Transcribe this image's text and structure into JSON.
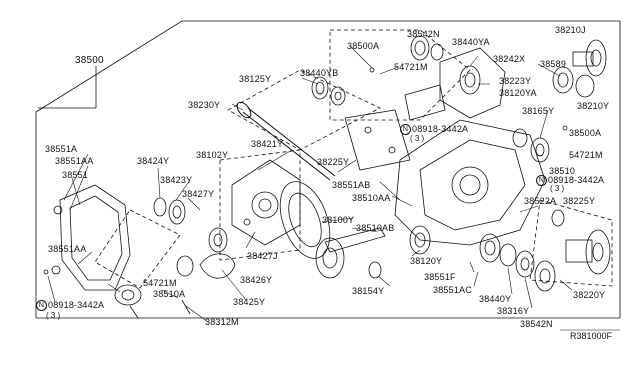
{
  "colors": {
    "ink": "#111111",
    "background": "#ffffff"
  },
  "callouts": {
    "c38500": "38500",
    "c38500A_top": "38500A",
    "c38542N_top": "38542N",
    "c38440YA": "38440YA",
    "c38210J": "38210J",
    "c54721M_top": "54721M",
    "c38242X": "38242X",
    "c38589": "38589",
    "c38125Y": "38125Y",
    "c38440YB": "38440YB",
    "c38223Y": "38223Y",
    "c38120YA": "38120YA",
    "c38210Y": "38210Y",
    "c38230Y": "38230Y",
    "c38165Y": "38165Y",
    "c08918_mid": "08918-3442A",
    "c38500A_right": "38500A",
    "c3_mid": "( 3 )",
    "c38421Y": "38421Y",
    "c38424Y": "38424Y",
    "c38102Y": "38102Y",
    "c38225Y_mid": "38225Y",
    "c54721M_right": "54721M",
    "c38551A": "38551A",
    "c38551AA_top": "38551AA",
    "c38551": "38551",
    "c38423Y": "38423Y",
    "c38427Y": "38427Y",
    "c38510": "38510",
    "c08918_right": "08918-3442A",
    "c3_right": "( 3 )",
    "c38551AB": "38551AB",
    "c38510AA": "38510AA",
    "c38522A": "38522A",
    "c38225Y_right": "38225Y",
    "c38100Y": "38100Y",
    "c38510AB": "38510AB",
    "c38427J": "38427J",
    "c38426Y": "38426Y",
    "c38551AA_bot": "38551AA",
    "c54721M_left": "54721M",
    "c38510A": "38510A",
    "c38425Y": "38425Y",
    "c08918_left": "08918-3442A",
    "c3_left": "( 3 )",
    "c38312M": "38312M",
    "c38120Y": "38120Y",
    "c38154Y": "38154Y",
    "c38551F": "38551F",
    "c38551AC": "38551AC",
    "c38440Y": "38440Y",
    "c38316Y": "38316Y",
    "c38220Y": "38220Y",
    "c38542N_bot": "38542N",
    "n_symbol": "N"
  },
  "diagram_code": "R381000F"
}
